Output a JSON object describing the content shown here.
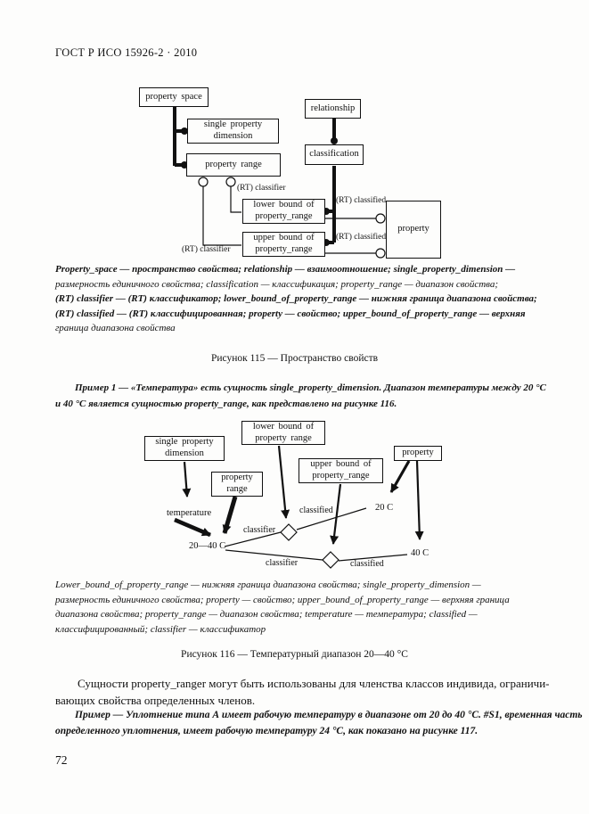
{
  "page": {
    "header": "ГОСТ Р ИСО 15926-2 · 2010",
    "page_number": "72"
  },
  "figure115": {
    "boxes": {
      "property_space": "property space",
      "single_property_dimension": "single property dimension",
      "property_range": "property range",
      "relationship": "relationship",
      "classification": "classification",
      "lower_bound": "lower bound of property_range",
      "upper_bound": "upper bound of property_range",
      "property": "property"
    },
    "labels": {
      "rt_classifier_top": "(RT) classifier",
      "rt_classifier_bottom": "(RT) classifier",
      "rt_classified_top": "(RT) classified",
      "rt_classified_bottom": "(RT) classified"
    },
    "legend": [
      {
        "text": "Property_space — пространство свойства; relationship — взаимоотношение; single_property_dimension —"
      },
      {
        "text": "размерность единичного свойства; classification — классификация; property_range — диапазон свойства;"
      },
      {
        "text": "(RT) classifier — (RT) классификатор; lower_bound_of_property_range — нижняя граница диапазона свойства;"
      },
      {
        "text": "(RT) classified — (RT) классифицированная; property — свойство; upper_bound_of_property_range — верхняя"
      },
      {
        "text": "граница диапазона свойства"
      }
    ],
    "caption": "Рисунок 115 — Пространство свойств"
  },
  "example1": {
    "lines": [
      "Пример 1 — «Температура» есть сущность single_property_dimension. Диапазон температуры между 20 °С",
      "и 40 °С является сущностью property_range, как представлено на рисунке 116."
    ]
  },
  "figure116": {
    "boxes": {
      "single_property_dimension": "single property dimension",
      "lower_bound": "lower bound of property range",
      "upper_bound": "upper bound of property_range",
      "property_range": "property range",
      "property": "property"
    },
    "labels": {
      "temperature": "temperature",
      "range_20_40": "20—40 C",
      "deg20": "20 C",
      "deg40": "40 C",
      "classified_top": "classified",
      "classifier_top": "classifier",
      "classifier_bottom": "classifier",
      "classified_bottom": "classified"
    },
    "legend": [
      {
        "text": "Lower_bound_of_property_range — нижняя граница диапазона свойства; single_property_dimension —"
      },
      {
        "text": "размерность единичного свойства; property — свойство; upper_bound_of_property_range — верхняя граница"
      },
      {
        "text": "диапазона свойства; property_range — диапазон свойства; temperature — температура; classified —"
      },
      {
        "text": "классифицированный; classifier — классификатор"
      }
    ],
    "caption": "Рисунок 116 — Температурный диапазон 20—40 °С"
  },
  "body": {
    "lines": [
      "Сущности property_ranger могут быть использованы для членства классов индивида, ограничи-",
      "вающих свойства определенных членов."
    ]
  },
  "example2": {
    "lines": [
      "Пример — Уплотнение типа А имеет рабочую температуру в диапазоне от 20 до 40 °С. #S1, временная часть",
      "определенного уплотнения, имеет рабочую температуру 24 °С, как показано на рисунке 117."
    ]
  }
}
